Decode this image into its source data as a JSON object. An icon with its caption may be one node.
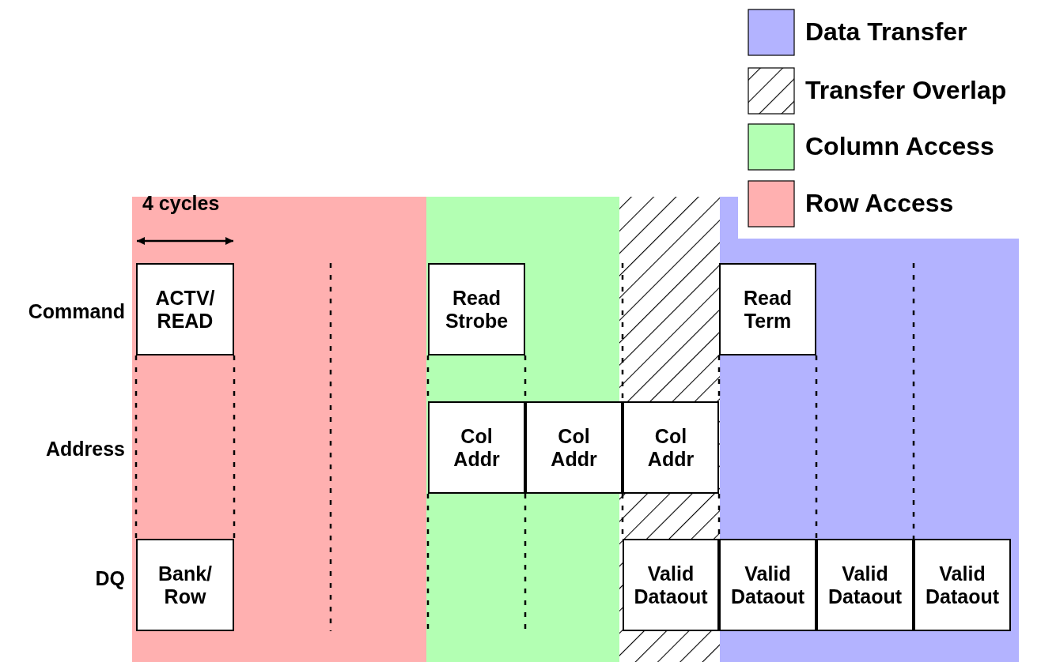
{
  "diagram": {
    "nodes": [
      {
        "text": [
          "ACTV/ READ"
        ]
      },
      {
        "text": [
          "Read Strobe"
        ]
      },
      {
        "text": [
          "Read Term"
        ]
      },
      {
        "text": [
          "Col Addr"
        ]
      },
      {
        "text": [
          "Col Addr"
        ]
      },
      {
        "text": [
          "Col Addr"
        ]
      },
      {
        "text": [
          "Bank/ Row"
        ]
      },
      {
        "text": [
          "Valid Dataout"
        ]
      },
      {
        "text": [
          "Valid Dataout"
        ]
      },
      {
        "text": [
          "Valid Dataout"
        ]
      },
      {
        "text": [
          "Valid Dataout"
        ]
      }
    ],
    "labels": [
      "4 cycles",
      "Command",
      "Address",
      "DQ"
    ],
    "legend": [
      {
        "text": "Data Transfer",
        "color": "#b3b3ff"
      },
      {
        "text": "Transfer Overlap"
      },
      {
        "text": "Column Access",
        "color": "#b3ffb3"
      },
      {
        "text": "Row Access",
        "color": "#ffb0b0"
      }
    ]
  }
}
